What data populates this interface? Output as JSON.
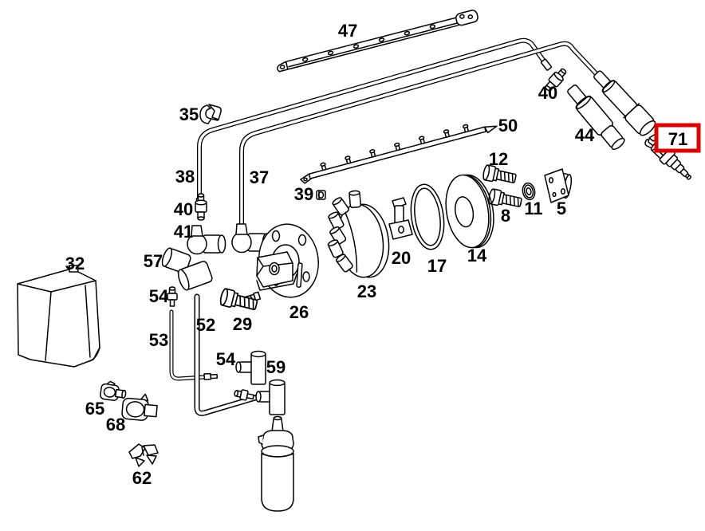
{
  "diagram": {
    "type": "exploded-parts-diagram",
    "subject": "ignition system parts schematic",
    "background_color": "#ffffff",
    "line_color": "#000000",
    "highlight_color": "#e00000",
    "highlighted_part_label": "71"
  },
  "parts": [
    {
      "label": "47"
    },
    {
      "label": "35"
    },
    {
      "label": "38"
    },
    {
      "label": "37"
    },
    {
      "label": "40"
    },
    {
      "label": "41"
    },
    {
      "label": "39"
    },
    {
      "label": "50"
    },
    {
      "label": "12"
    },
    {
      "label": "8"
    },
    {
      "label": "11"
    },
    {
      "label": "5"
    },
    {
      "label": "14"
    },
    {
      "label": "17"
    },
    {
      "label": "20"
    },
    {
      "label": "23"
    },
    {
      "label": "26"
    },
    {
      "label": "29"
    },
    {
      "label": "32"
    },
    {
      "label": "57"
    },
    {
      "label": "54"
    },
    {
      "label": "52"
    },
    {
      "label": "53"
    },
    {
      "label": "54"
    },
    {
      "label": "59"
    },
    {
      "label": "65"
    },
    {
      "label": "68"
    },
    {
      "label": "62"
    },
    {
      "label": "40"
    },
    {
      "label": "44"
    },
    {
      "label": "71"
    }
  ]
}
